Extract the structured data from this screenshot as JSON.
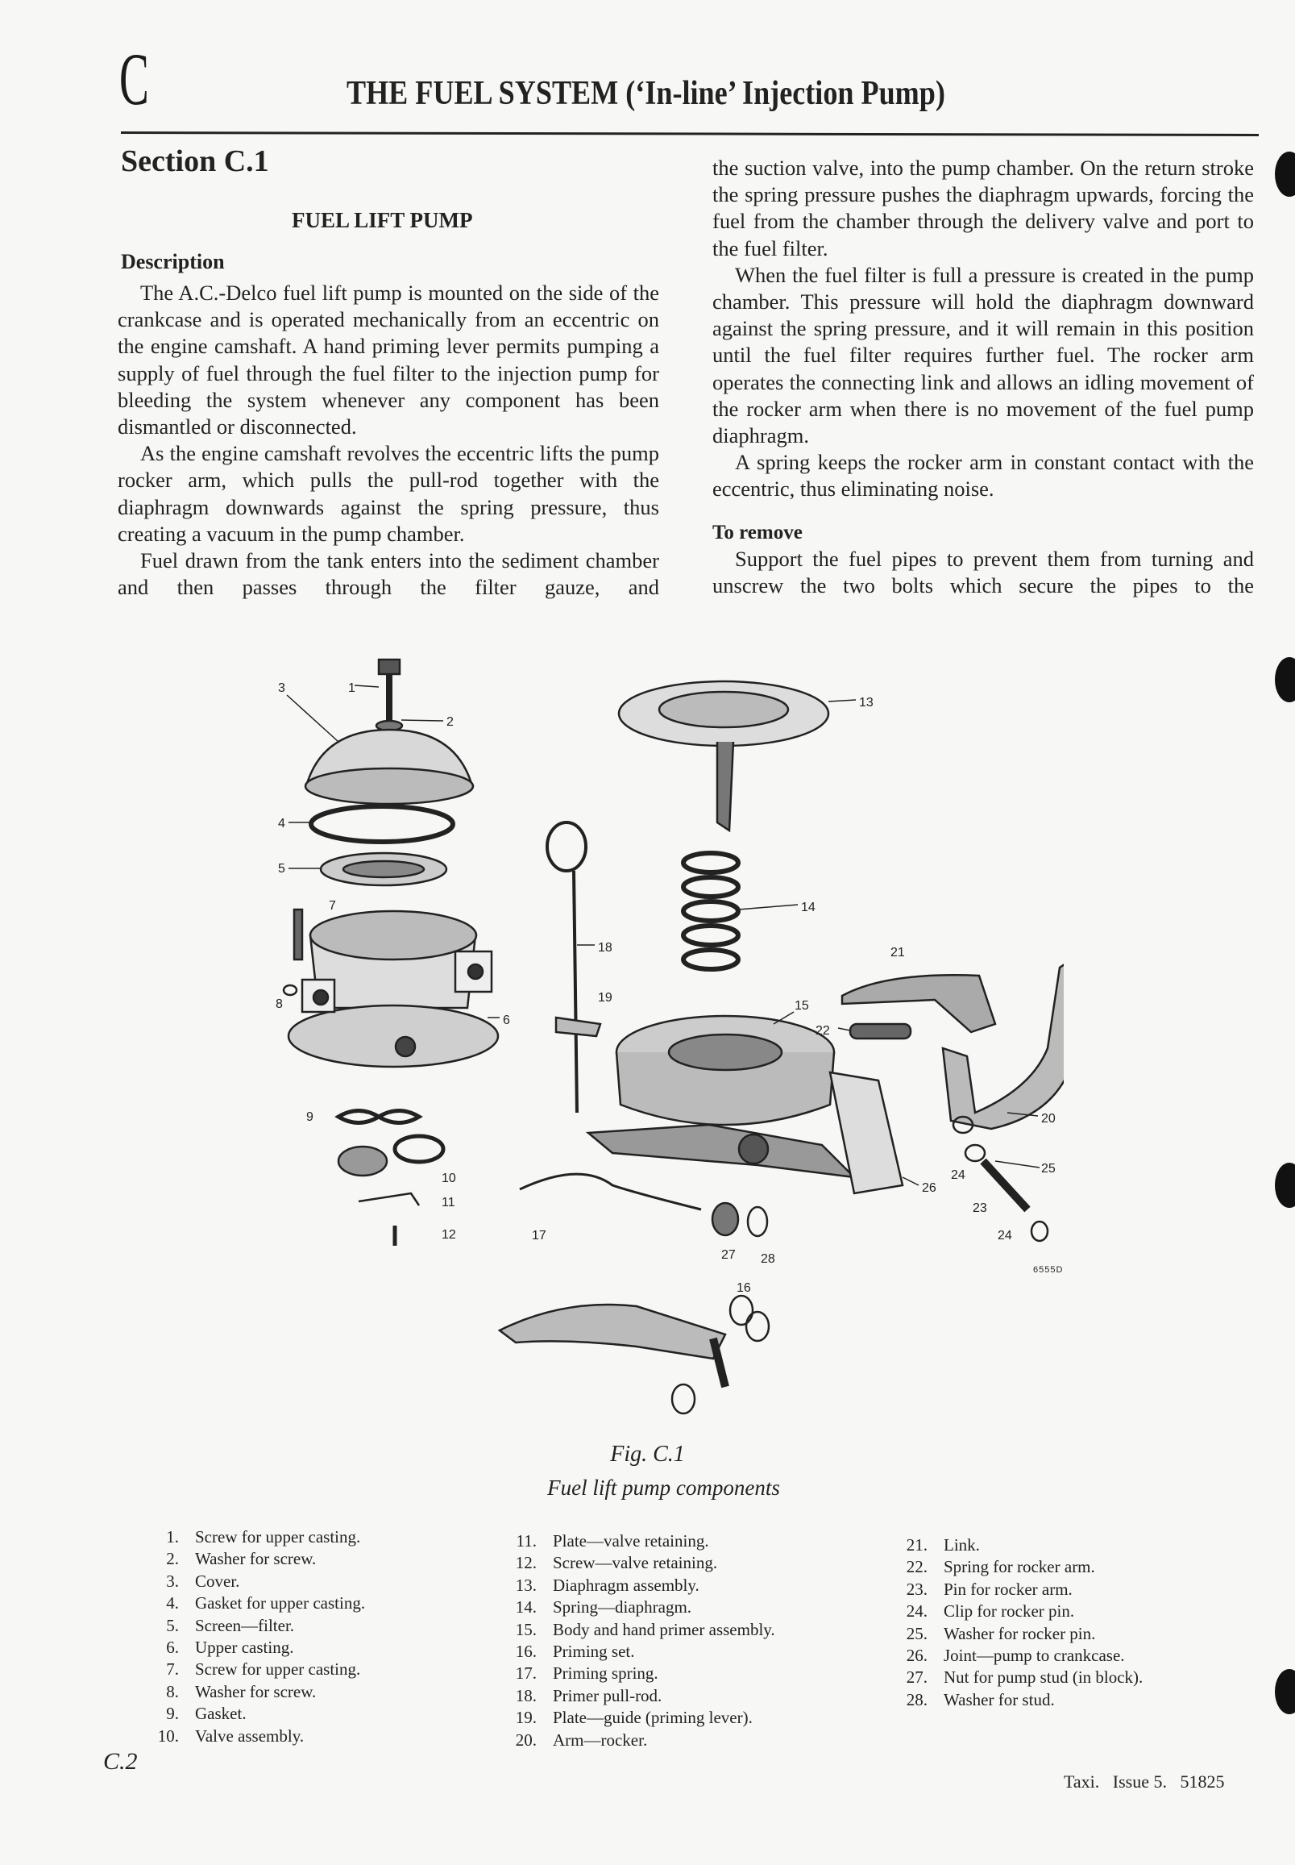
{
  "header": {
    "chapter_letter": "C",
    "title": "THE FUEL SYSTEM (‘In-line’ Injection Pump)"
  },
  "section": {
    "label": "Section C.1",
    "heading": "FUEL LIFT PUMP",
    "subheading": "Description"
  },
  "left_column": {
    "paragraphs": [
      "The A.C.-Delco fuel lift pump is mounted on the side of the crankcase and is operated mechanically from an eccentric on the engine camshaft. A hand priming lever permits pumping a supply of fuel through the fuel filter to the injection pump for bleeding the system whenever any component has been dismantled or disconnected.",
      "As the engine camshaft revolves the eccentric lifts the pump rocker arm, which pulls the pull-rod together with the diaphragm downwards against the spring pressure, thus creating a vacuum in the pump chamber.",
      "Fuel drawn from the tank enters into the sediment chamber and then passes through the filter gauze, and"
    ]
  },
  "right_column": {
    "paragraphs": [
      "the suction valve, into the pump chamber. On the return stroke the spring pressure pushes the diaphragm upwards, forcing the fuel from the chamber through the delivery valve and port to the fuel filter.",
      "When the fuel filter is full a pressure is created in the pump chamber. This pressure will hold the diaphragm downward against the spring pressure, and it will remain in this position until the fuel filter requires further fuel. The rocker arm operates the connecting link and allows an idling movement of the rocker arm when there is no movement of the fuel pump diaphragm.",
      "A spring keeps the rocker arm in constant contact with the eccentric, thus eliminating noise."
    ],
    "remove_heading": "To remove",
    "remove_paragraph": "Support the fuel pipes to prevent them from turning and unscrew the two bolts which secure the pipes to the"
  },
  "figure": {
    "callouts": [
      "1",
      "2",
      "3",
      "4",
      "5",
      "6",
      "7",
      "8",
      "9",
      "10",
      "11",
      "12",
      "13",
      "14",
      "15",
      "16",
      "17",
      "18",
      "19",
      "20",
      "21",
      "22",
      "23",
      "24",
      "25",
      "26",
      "27",
      "28",
      "24"
    ],
    "drawing_ref": "6555D",
    "number": "Fig. C.1",
    "caption": "Fuel lift pump components"
  },
  "parts": [
    {
      "n": "1.",
      "t": "Screw for upper casting."
    },
    {
      "n": "2.",
      "t": "Washer for screw."
    },
    {
      "n": "3.",
      "t": "Cover."
    },
    {
      "n": "4.",
      "t": "Gasket for upper casting."
    },
    {
      "n": "5.",
      "t": "Screen—filter."
    },
    {
      "n": "6.",
      "t": "Upper casting."
    },
    {
      "n": "7.",
      "t": "Screw for upper casting."
    },
    {
      "n": "8.",
      "t": "Washer for screw."
    },
    {
      "n": "9.",
      "t": "Gasket."
    },
    {
      "n": "10.",
      "t": "Valve assembly."
    },
    {
      "n": "11.",
      "t": "Plate—valve retaining."
    },
    {
      "n": "12.",
      "t": "Screw—valve retaining."
    },
    {
      "n": "13.",
      "t": "Diaphragm assembly."
    },
    {
      "n": "14.",
      "t": "Spring—diaphragm."
    },
    {
      "n": "15.",
      "t": "Body and hand primer assembly."
    },
    {
      "n": "16.",
      "t": "Priming set."
    },
    {
      "n": "17.",
      "t": "Priming spring."
    },
    {
      "n": "18.",
      "t": "Primer pull-rod."
    },
    {
      "n": "19.",
      "t": "Plate—guide (priming lever)."
    },
    {
      "n": "20.",
      "t": "Arm—rocker."
    },
    {
      "n": "21.",
      "t": "Link."
    },
    {
      "n": "22.",
      "t": "Spring for rocker arm."
    },
    {
      "n": "23.",
      "t": "Pin for rocker arm."
    },
    {
      "n": "24.",
      "t": "Clip for rocker pin."
    },
    {
      "n": "25.",
      "t": "Washer for rocker pin."
    },
    {
      "n": "26.",
      "t": "Joint—pump to crankcase."
    },
    {
      "n": "27.",
      "t": "Nut for pump stud (in block)."
    },
    {
      "n": "28.",
      "t": "Washer for stud."
    }
  ],
  "footer": {
    "page": "C.2",
    "issue": "Taxi.   Issue 5.   51825"
  }
}
